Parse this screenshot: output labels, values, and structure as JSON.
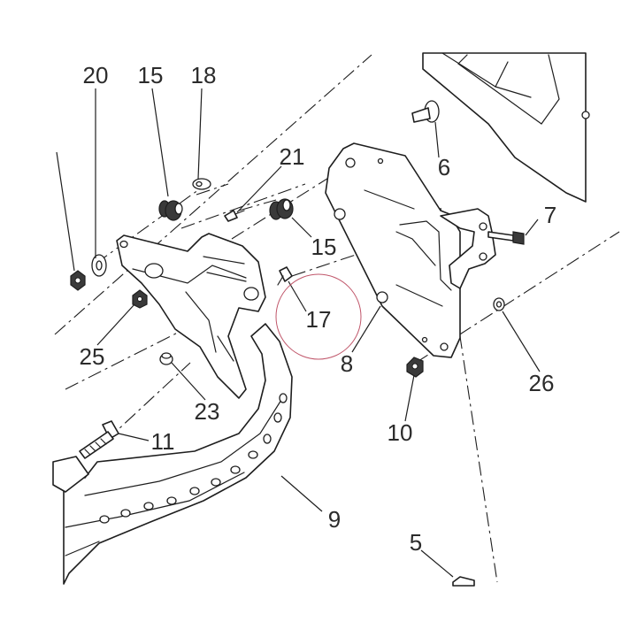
{
  "callouts": [
    {
      "id": "c20",
      "text": "20"
    },
    {
      "id": "c15a",
      "text": "15"
    },
    {
      "id": "c18",
      "text": "18"
    },
    {
      "id": "c21",
      "text": "21"
    },
    {
      "id": "c6",
      "text": "6"
    },
    {
      "id": "c7",
      "text": "7"
    },
    {
      "id": "c15b",
      "text": "15"
    },
    {
      "id": "c17",
      "text": "17"
    },
    {
      "id": "c25",
      "text": "25"
    },
    {
      "id": "c8",
      "text": "8"
    },
    {
      "id": "c26",
      "text": "26"
    },
    {
      "id": "c23",
      "text": "23"
    },
    {
      "id": "c10",
      "text": "10"
    },
    {
      "id": "c11",
      "text": "11"
    },
    {
      "id": "c9",
      "text": "9"
    },
    {
      "id": "c5",
      "text": "5"
    }
  ],
  "colors": {
    "line": "#1e1e1e",
    "label": "#2b2b2b",
    "highlight_circle": "#c0566a",
    "background": "#ffffff"
  }
}
